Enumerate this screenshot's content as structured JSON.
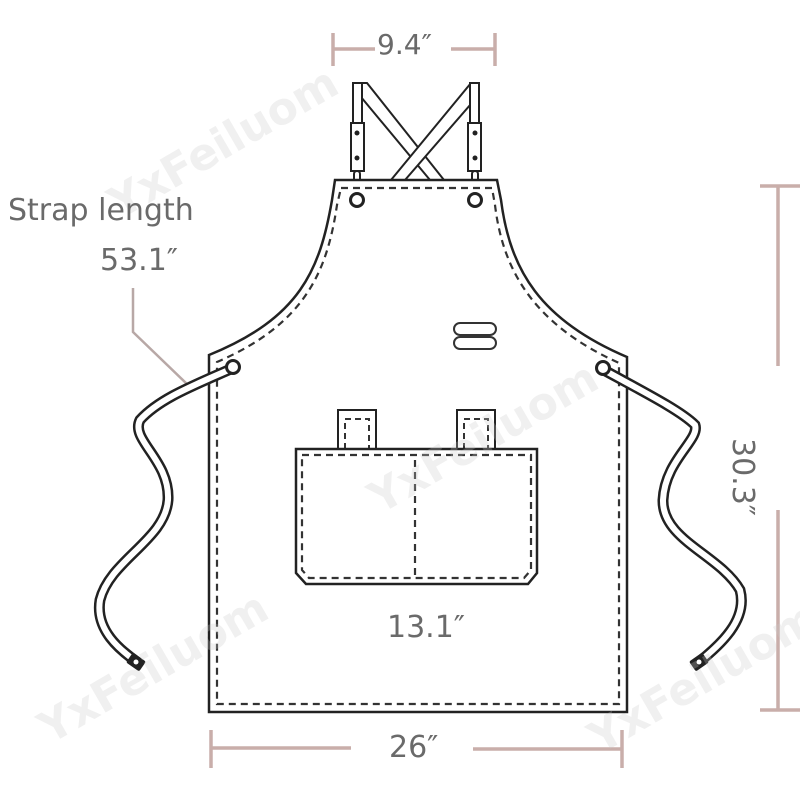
{
  "figure": {
    "subject": "apron dimension diagram",
    "colors": {
      "outline": "#222222",
      "stitch": "#333333",
      "dimension_line": "#c9aeaa",
      "label_text": "#6a6a6a",
      "background": "#ffffff",
      "watermark": "#d8d8d8"
    }
  },
  "labels": {
    "strap_title": "Strap length",
    "strap_value": "53.1″",
    "neck_width": "9.4″",
    "pocket_width": "13.1″",
    "apron_width": "26″",
    "apron_height": "30.3″"
  },
  "watermarks": [
    {
      "text": "YxFeiluom"
    },
    {
      "text": "YxFeiluom"
    },
    {
      "text": "YxFeiluom"
    },
    {
      "text": "YxFeiluom"
    }
  ],
  "parts": {
    "neck_straps": "crossed",
    "grommets": 4,
    "pen_loop": "double",
    "pocket": {
      "compartments": 2,
      "tool_loops": 2
    },
    "waist_ties": 2
  }
}
